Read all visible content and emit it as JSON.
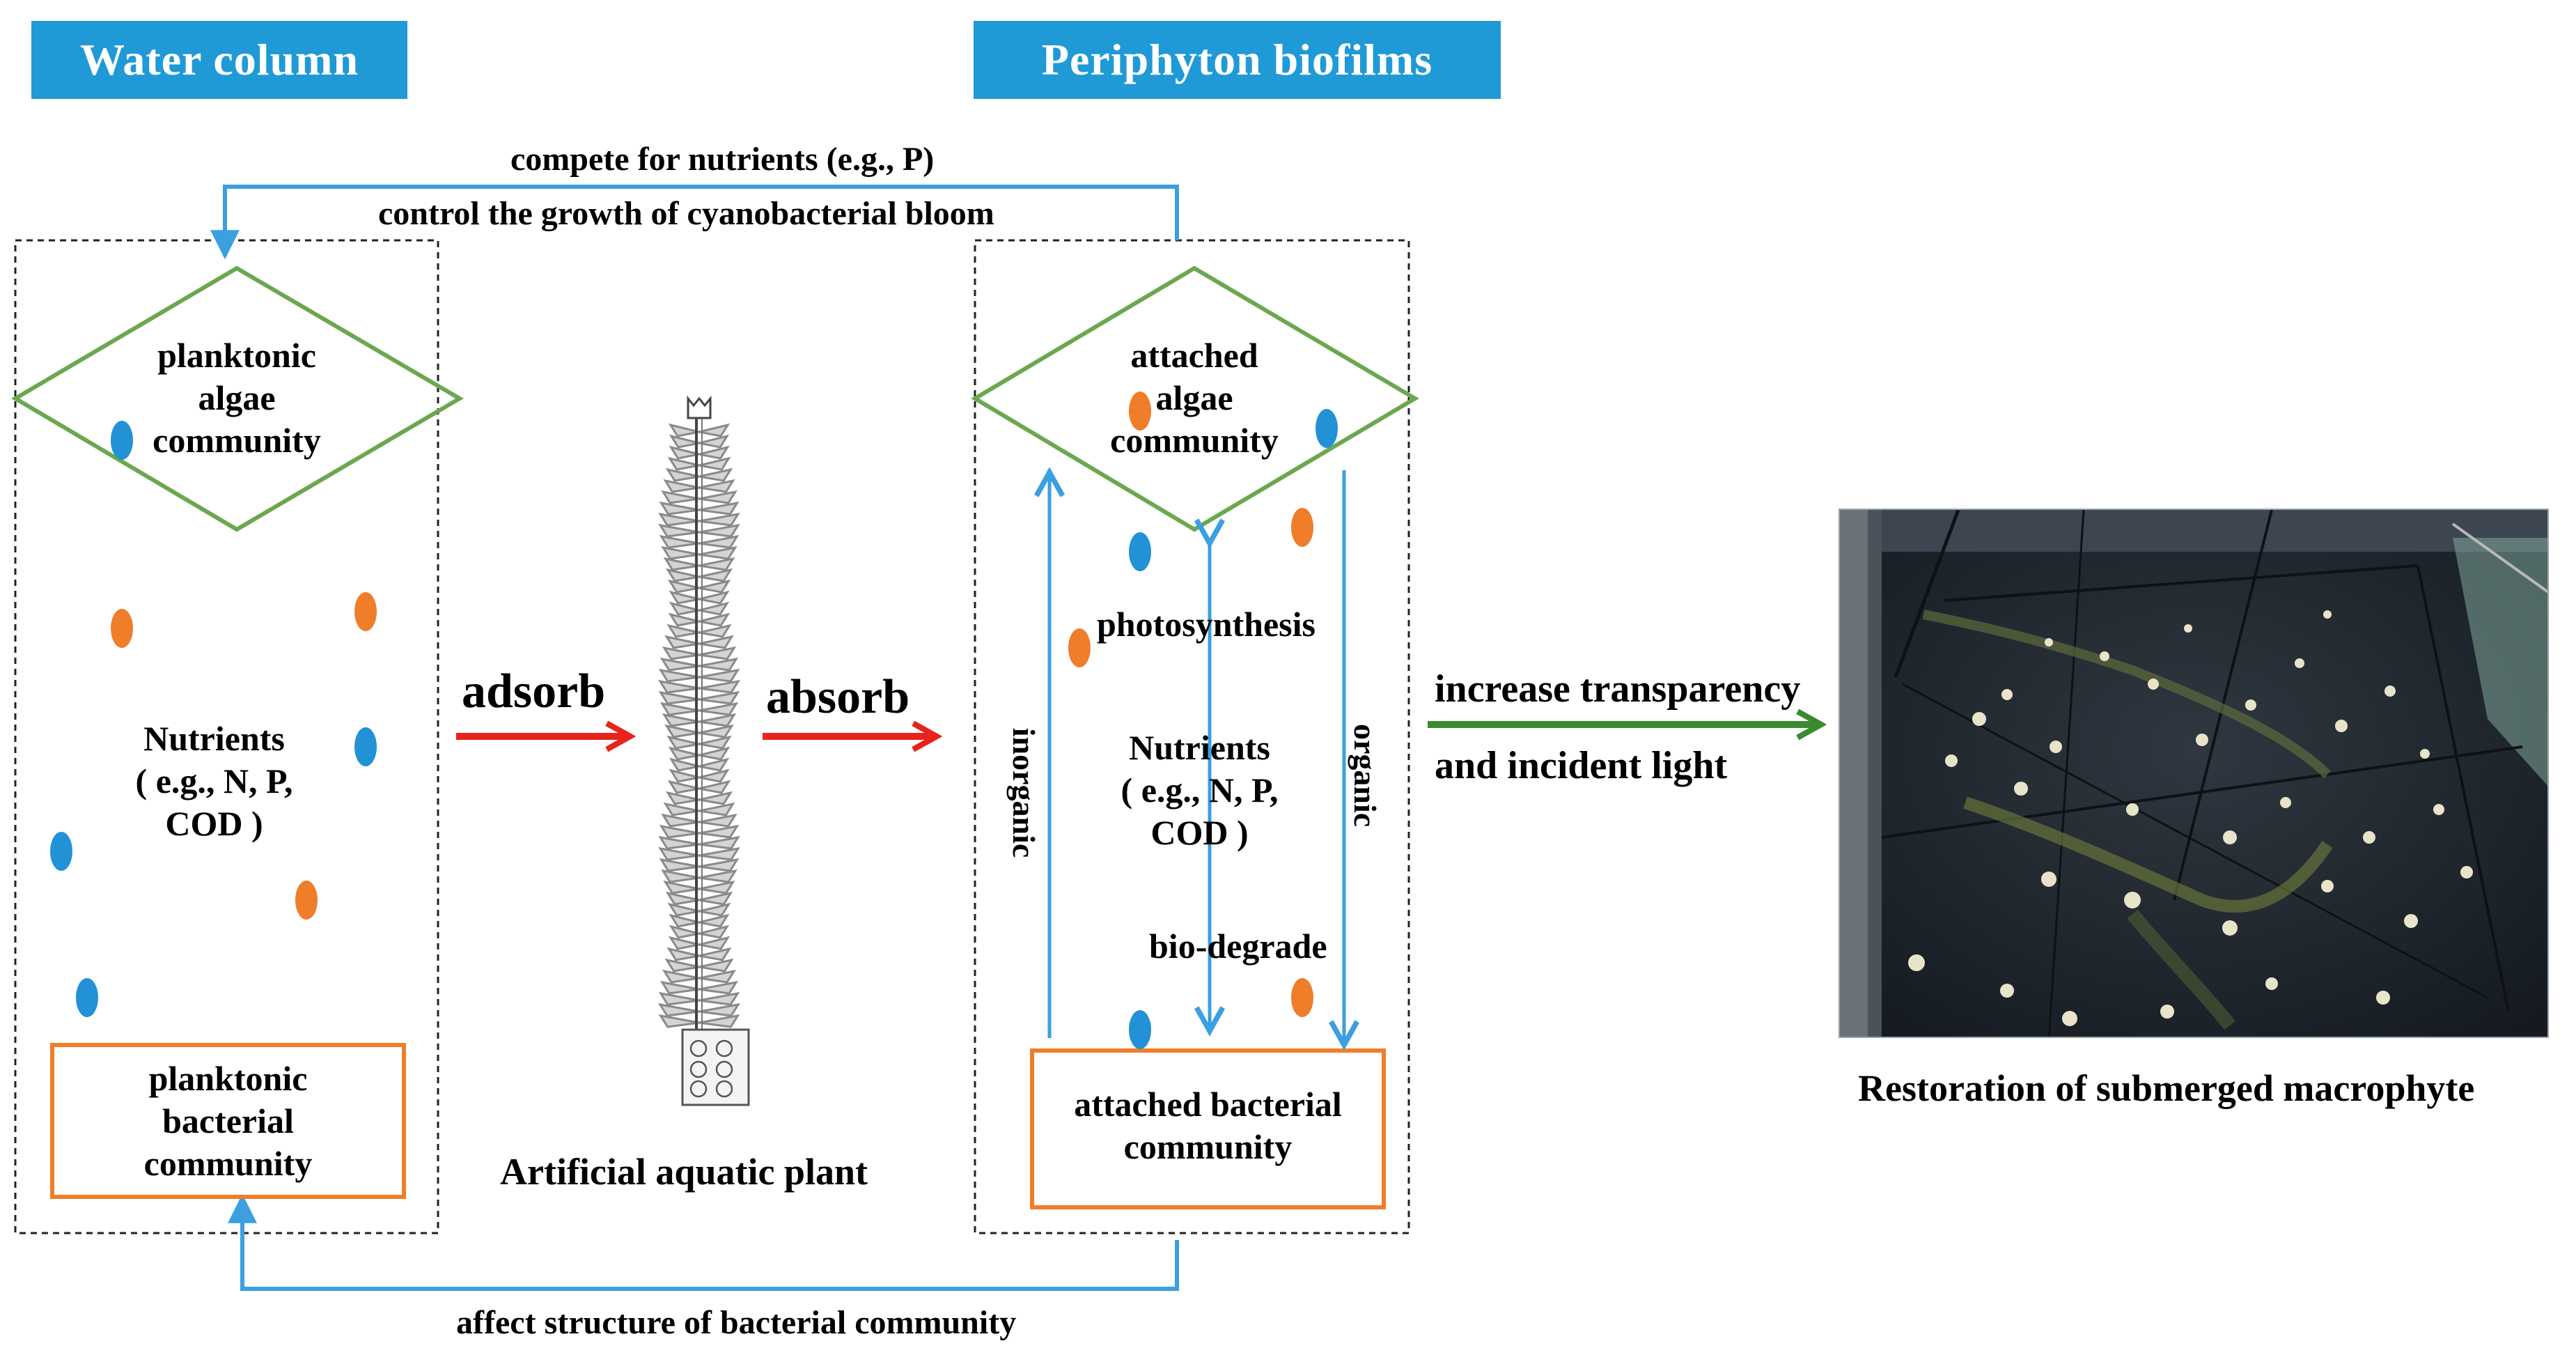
{
  "headers": {
    "water_column": "Water  column",
    "periphyton": "Periphyton biofilms"
  },
  "top_feedback": {
    "line1": "compete for nutrients (e.g., P)",
    "line2": "control the growth of cyanobacterial bloom"
  },
  "bottom_feedback": "affect structure of bacterial community",
  "water_column": {
    "algae": "planktonic\nalgae\ncommunity",
    "nutrients": "Nutrients\n( e.g., N, P,\nCOD )",
    "bacteria": "planktonic\nbacterial\ncommunity"
  },
  "center": {
    "adsorb": "adsorb",
    "absorb": "absorb",
    "plant_caption": "Artificial aquatic plant"
  },
  "biofilm": {
    "algae": "attached\nalgae\ncommunity",
    "photosynthesis": "photosynthesis",
    "nutrients": "Nutrients\n( e.g., N, P,\nCOD )",
    "inorganic": "inorganic",
    "organic": "organic",
    "biodegrade": "bio-degrade",
    "bacteria": "attached bacterial\ncommunity"
  },
  "right": {
    "arrow_line1": "increase transparency",
    "arrow_line2": "and incident light",
    "photo_caption": "Restoration of submerged macrophyte"
  },
  "colors": {
    "header_blue": "#1f9ad6",
    "feedback_blue": "#3b9fe0",
    "algae_green": "#6aa84f",
    "bacteria_orange": "#f07d2a",
    "red_arrow": "#e8231c",
    "green_arrow": "#3a8a2f",
    "dot_blue": "#2291d6",
    "dot_orange": "#f07d2a"
  }
}
